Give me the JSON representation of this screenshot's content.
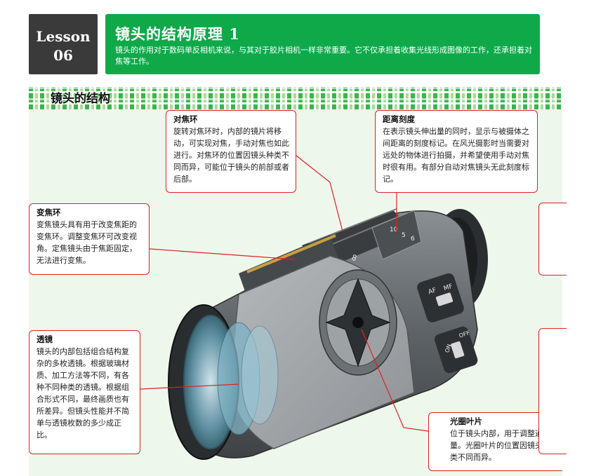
{
  "lesson": {
    "label": "Lesson",
    "number": "06"
  },
  "header": {
    "title": "镜头的结构原理 1",
    "description": "镜头的作用对于数码单反相机来说，与其对于胶片相机一样非常重要。它不仅承担着收集光线形成图像的工作，还承担着对焦等工作。"
  },
  "section": {
    "title": "镜头的结构"
  },
  "callouts": {
    "focus_ring": {
      "title": "对焦环",
      "text": "旋转对焦环时，内部的镜片将移动，可实现对焦，手动对焦也如此进行。对焦环的位置因镜头种类不同而异，可能位于镜头的前部或者后部。"
    },
    "distance_scale": {
      "title": "距离刻度",
      "text": "在表示镜头伸出量的同时，显示与被摄体之间距离的刻度标记。在风光摄影时当需要对远处的物体进行拍摄，并希望使用手动对焦时很有用。有部分自动对焦镜头无此刻度标记。"
    },
    "zoom_ring": {
      "title": "变焦环",
      "text": "变焦镜头具有用于改变焦距的变焦环。调整变焦环可改变视角。定焦镜头由于焦距固定，无法进行变焦。"
    },
    "lens_element": {
      "title": "透镜",
      "text": "镜头的内部包括组合结构复杂的多枚透镜。根据玻璃材质、加工方法等不同，有各种不同种类的透镜。根据组合形式不同，最终画质也有所差异。但镜头性能并不简单与透镜枚数的多少成正比。"
    },
    "aperture_blades": {
      "title": "光圈叶片",
      "text": "位于镜头内部，用于调整通光量。光圈叶片的位置因镜头种类不同而异。"
    }
  },
  "lens_markings": {
    "af": "AF",
    "mf": "MF",
    "on": "ON",
    "off": "OFF",
    "scale_a": "10",
    "scale_b": "8",
    "scale_c": "5",
    "scale_d": "6"
  },
  "colors": {
    "header_green": "#0fa94a",
    "lesson_dark": "#3a3a3a",
    "callout_red": "#e02020",
    "panel_tint": "#eef7ec"
  }
}
